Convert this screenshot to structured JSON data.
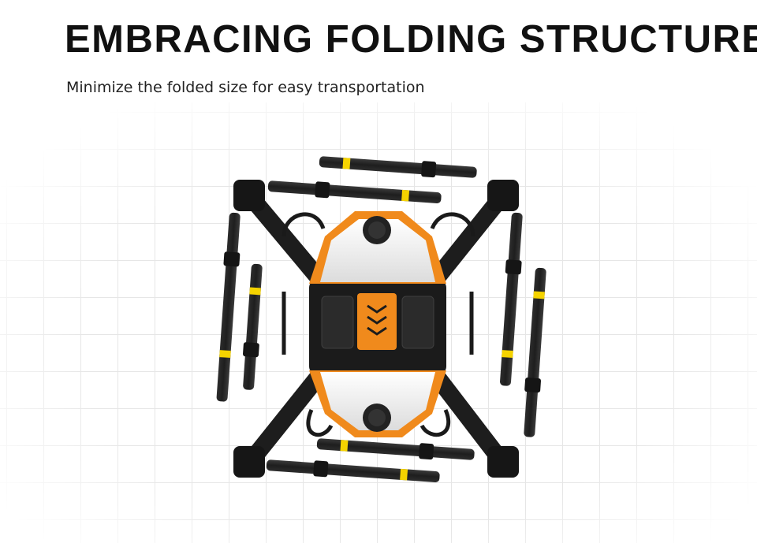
{
  "headline": "EMBRACING FOLDING STRUCTURE",
  "subheadline": "Minimize the folded size for easy transportation",
  "illustration": {
    "subject": "folded agricultural spray drone, top view",
    "colors": {
      "frame": "#1c1c1c",
      "carbon": "#2a2a2a",
      "tank": "#f2f2f2",
      "accent": "#f08a1c",
      "warning_label": "#f5d300",
      "grid": "#e6e6e6"
    }
  }
}
